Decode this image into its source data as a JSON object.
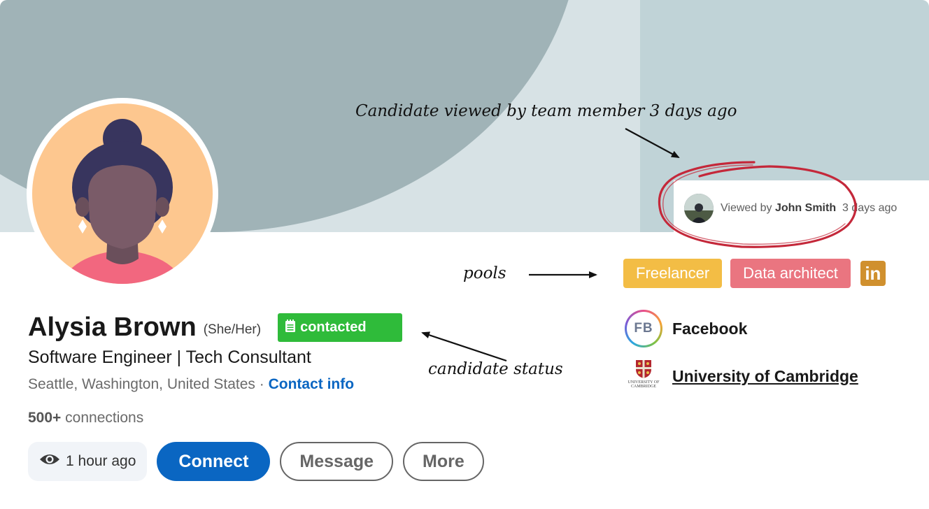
{
  "profile": {
    "name": "Alysia Brown",
    "pronouns": "(She/Her)",
    "status": "contacted",
    "headline": "Software Engineer | Tech Consultant",
    "location": "Seattle, Washington, United States",
    "separator": "·",
    "contact_info": "Contact info",
    "connections_count": "500+",
    "connections_label": "connections"
  },
  "viewed": {
    "prefix": "Viewed by",
    "viewer": "John Smith",
    "when": "3 days ago"
  },
  "pools": [
    {
      "label": "Freelancer",
      "color": "#f3bd45"
    },
    {
      "label": "Data architect",
      "color": "#ea7580"
    }
  ],
  "linkedin_icon": "in",
  "companies": [
    {
      "logo_text": "FB",
      "name": "Facebook"
    },
    {
      "logo_caption": "UNIVERSITY OF CAMBRIDGE",
      "name": "University of Cambridge"
    }
  ],
  "actions": {
    "last_seen": "1 hour ago",
    "connect": "Connect",
    "message": "Message",
    "more": "More"
  },
  "annotations": {
    "viewed": "Candidate viewed by team member 3 days ago",
    "pools": "pools",
    "status": "candidate status"
  },
  "colors": {
    "primary": "#0a66c2",
    "status_green": "#2fbb3a",
    "annotation_red": "#c4283a"
  }
}
